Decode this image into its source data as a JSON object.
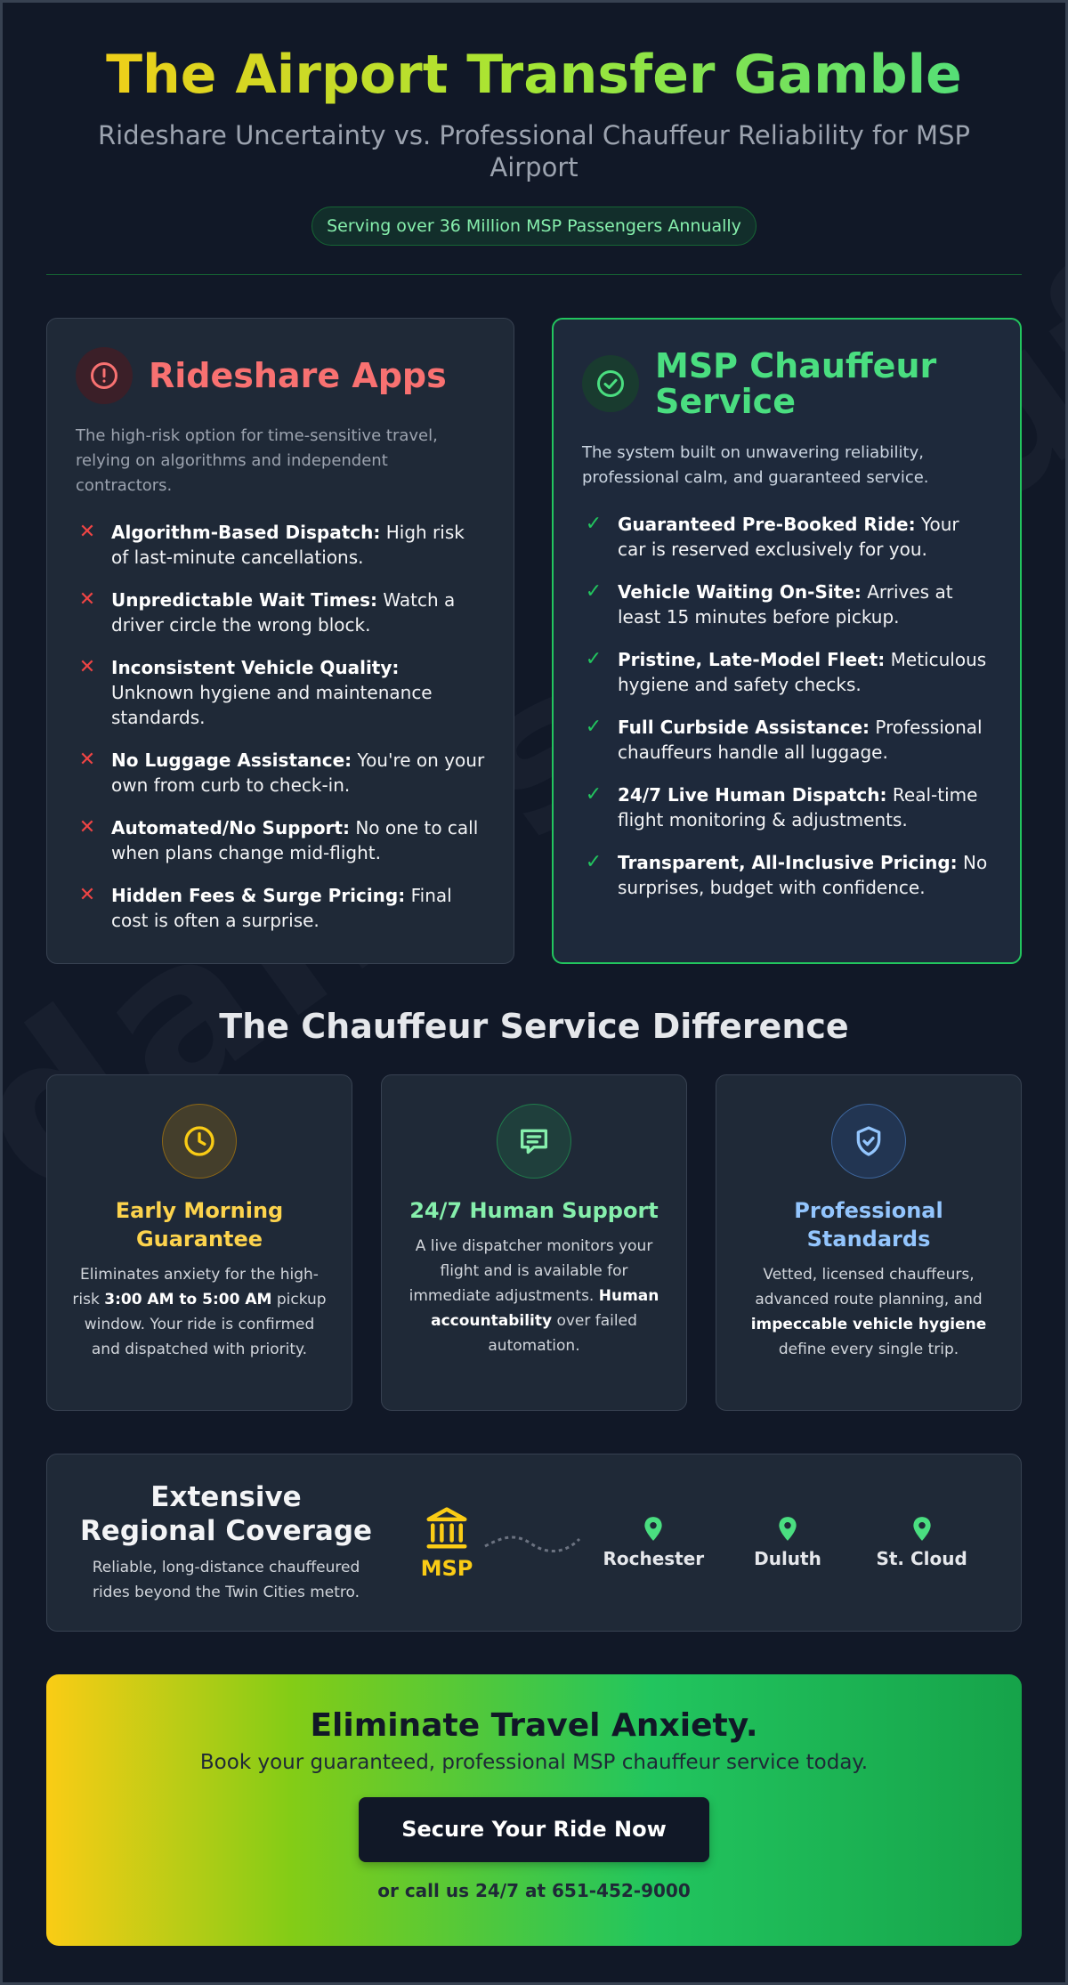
{
  "watermark": "dallaschauffeurs.com",
  "header": {
    "title": "The Airport Transfer Gamble",
    "subtitle": "Rideshare Uncertainty vs. Professional Chauffeur Reliability for MSP Airport",
    "badge": "Serving over 36 Million MSP Passengers Annually"
  },
  "rideshare": {
    "title": "Rideshare Apps",
    "icon": "alert-circle-icon",
    "description": "The high-risk option for time-sensitive travel, relying on algorithms and independent contractors.",
    "items": [
      {
        "bold": "Algorithm-Based Dispatch:",
        "text": " High risk of last-minute cancellations."
      },
      {
        "bold": "Unpredictable Wait Times:",
        "text": " Watch a driver circle the wrong block."
      },
      {
        "bold": "Inconsistent Vehicle Quality:",
        "text": " Unknown hygiene and maintenance standards."
      },
      {
        "bold": "No Luggage Assistance:",
        "text": " You're on your own from curb to check-in."
      },
      {
        "bold": "Automated/No Support:",
        "text": " No one to call when plans change mid-flight."
      },
      {
        "bold": "Hidden Fees & Surge Pricing:",
        "text": " Final cost is often a surprise."
      }
    ]
  },
  "chauffeur": {
    "title": "MSP Chauffeur Service",
    "icon": "check-circle-icon",
    "description": "The system built on unwavering reliability, professional calm, and guaranteed service.",
    "items": [
      {
        "bold": "Guaranteed Pre-Booked Ride:",
        "text": " Your car is reserved exclusively for you."
      },
      {
        "bold": "Vehicle Waiting On-Site:",
        "text": " Arrives at least 15 minutes before pickup."
      },
      {
        "bold": "Pristine, Late-Model Fleet:",
        "text": " Meticulous hygiene and safety checks."
      },
      {
        "bold": "Full Curbside Assistance:",
        "text": " Professional chauffeurs handle all luggage."
      },
      {
        "bold": "24/7 Live Human Dispatch:",
        "text": " Real-time flight monitoring & adjustments."
      },
      {
        "bold": "Transparent, All-Inclusive Pricing:",
        "text": " No surprises, budget with confidence."
      }
    ]
  },
  "difference": {
    "title": "The Chauffeur Service Difference",
    "features": [
      {
        "title": "Early Morning Guarantee",
        "icon": "clock-icon",
        "parts": [
          {
            "t": "Eliminates anxiety for the high-risk ",
            "b": false
          },
          {
            "t": "3:00 AM to 5:00 AM",
            "b": true
          },
          {
            "t": " pickup window. Your ride is confirmed and dispatched with priority.",
            "b": false
          }
        ]
      },
      {
        "title": "24/7 Human Support",
        "icon": "message-icon",
        "parts": [
          {
            "t": "A live dispatcher monitors your flight and is available for immediate adjustments. ",
            "b": false
          },
          {
            "t": "Human accountability",
            "b": true
          },
          {
            "t": " over failed automation.",
            "b": false
          }
        ]
      },
      {
        "title": "Professional Standards",
        "icon": "shield-check-icon",
        "parts": [
          {
            "t": "Vetted, licensed chauffeurs, advanced route planning, and ",
            "b": false
          },
          {
            "t": "impeccable vehicle hygiene",
            "b": true
          },
          {
            "t": " define every single trip.",
            "b": false
          }
        ]
      }
    ]
  },
  "coverage": {
    "title": "Extensive Regional Coverage",
    "subtitle": "Reliable, long-distance chauffeured rides beyond the Twin Cities metro.",
    "hub": "MSP",
    "hub_icon": "landmark-icon",
    "cities": [
      "Rochester",
      "Duluth",
      "St. Cloud"
    ]
  },
  "cta": {
    "title": "Eliminate Travel Anxiety.",
    "subtitle": "Book your guaranteed, professional MSP chauffeur service today.",
    "button": "Secure Your Ride Now",
    "phone": "or call us 24/7 at 651-452-9000"
  },
  "colors": {
    "bad": "#f87171",
    "good": "#4ade80",
    "yellow": "#fcd34d",
    "blue": "#93c5fd"
  }
}
